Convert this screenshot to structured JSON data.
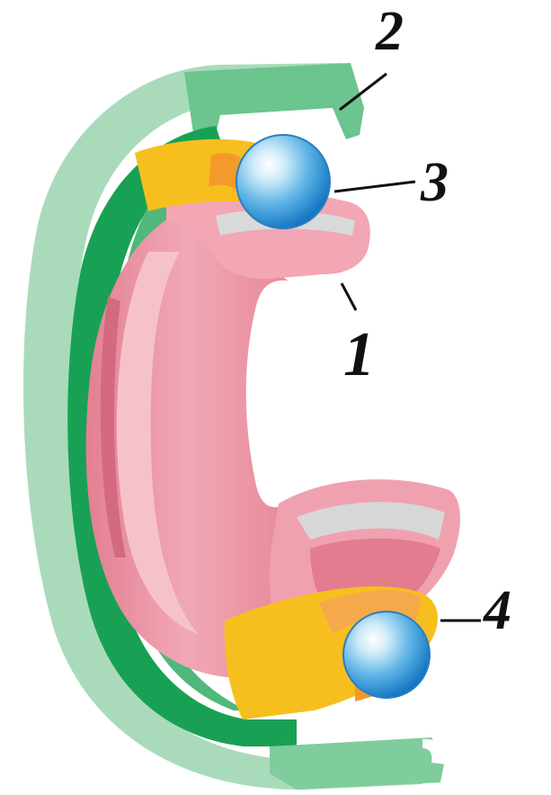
{
  "callouts": [
    {
      "id": "inner-ring",
      "label": "1"
    },
    {
      "id": "outer-ring",
      "label": "2"
    },
    {
      "id": "ball",
      "label": "3"
    },
    {
      "id": "cage",
      "label": "4"
    }
  ],
  "colors": {
    "outer_ring": "#6cc48e",
    "outer_ring_light": "#b4dfc3",
    "outer_ring_dark": "#18a154",
    "inner_ring": "#e8899a",
    "inner_ring_light": "#f3b8c1",
    "cage": "#f7bf1e",
    "ball": "#3aa5dd",
    "leader": "#111111"
  }
}
